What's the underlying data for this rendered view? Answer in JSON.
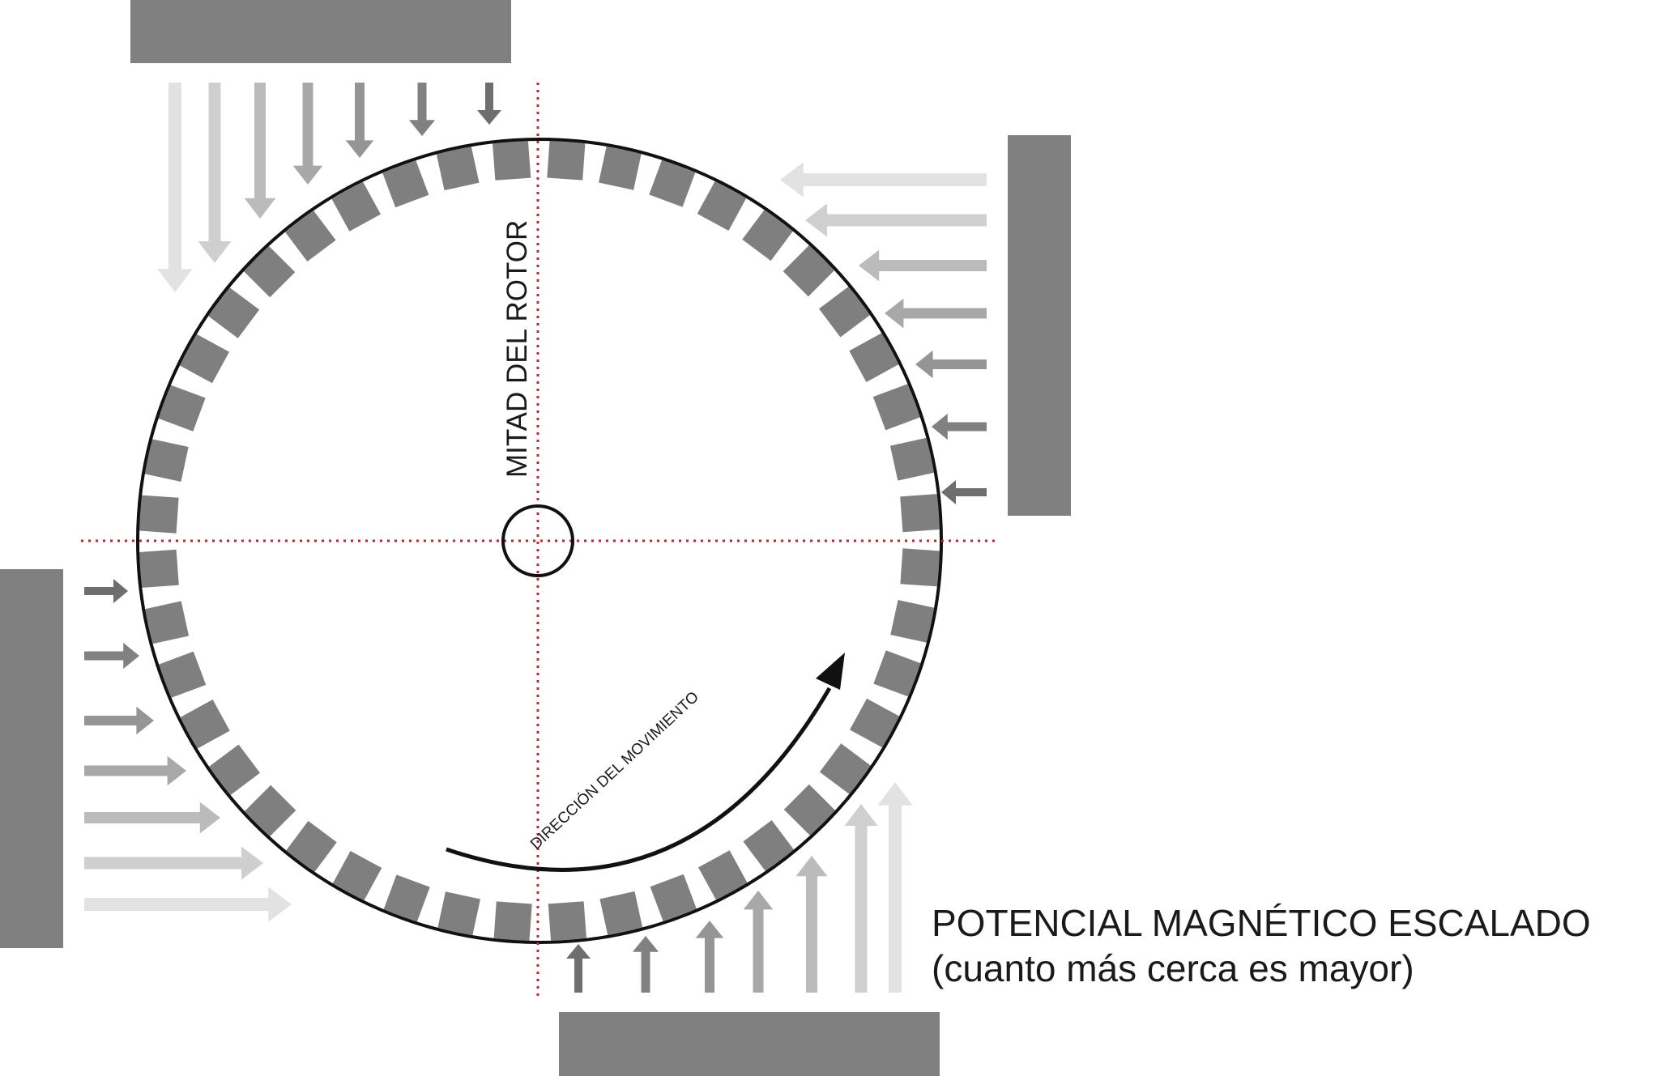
{
  "diagram": {
    "rotor_half_label": "MITAD DEL ROTOR",
    "direction_label": "DIRECCIÓN DEL MOVIMIENTO",
    "caption_line1": "POTENCIAL MAGNÉTICO ESCALADO",
    "caption_line2": "(cuanto más cerca es mayor)",
    "rotor_teeth_count": 44,
    "magnets": [
      "top",
      "right",
      "left",
      "bottom"
    ],
    "arrows_per_magnet": 7,
    "colors": {
      "magnet": "#808080",
      "tooth": "#7f7f7f",
      "axis_line": "#c0262c",
      "outline": "#111111",
      "arrow_dark": "#6e6e6e",
      "arrow_light": "#e2e2e2"
    }
  }
}
